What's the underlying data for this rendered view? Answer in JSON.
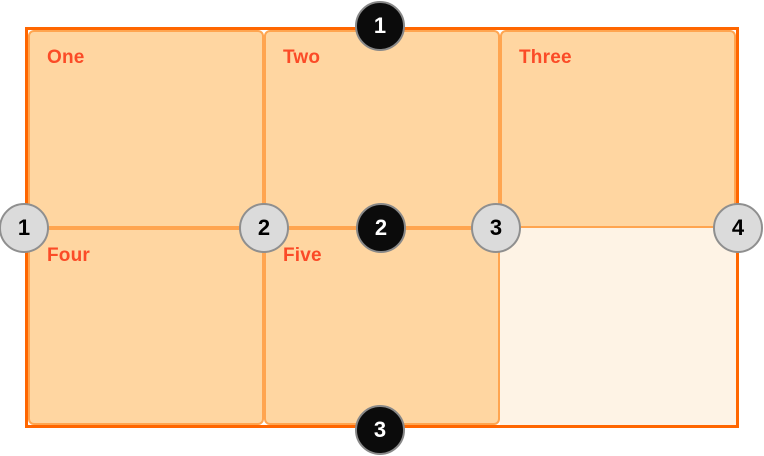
{
  "grid": {
    "cells": [
      {
        "label": "One"
      },
      {
        "label": "Two"
      },
      {
        "label": "Three"
      },
      {
        "label": "Four"
      },
      {
        "label": "Five"
      },
      {
        "label": ""
      }
    ],
    "row_lines": [
      "1",
      "2",
      "3"
    ],
    "column_lines": [
      "1",
      "2",
      "3",
      "4"
    ]
  },
  "colors": {
    "background": "#FFFFFF",
    "container_border": "#FF6600",
    "cell_border": "#FFA550",
    "cell_fill": "#FFD6A1",
    "empty_cell_fill": "#FEF3E5",
    "label_text": "#FB4B27",
    "row_badge_fill": "#0B0B0B",
    "row_badge_text": "#FFFFFF",
    "column_badge_fill": "#DBDBDB",
    "column_badge_border": "#8F8F8F",
    "column_badge_text": "#000000"
  }
}
